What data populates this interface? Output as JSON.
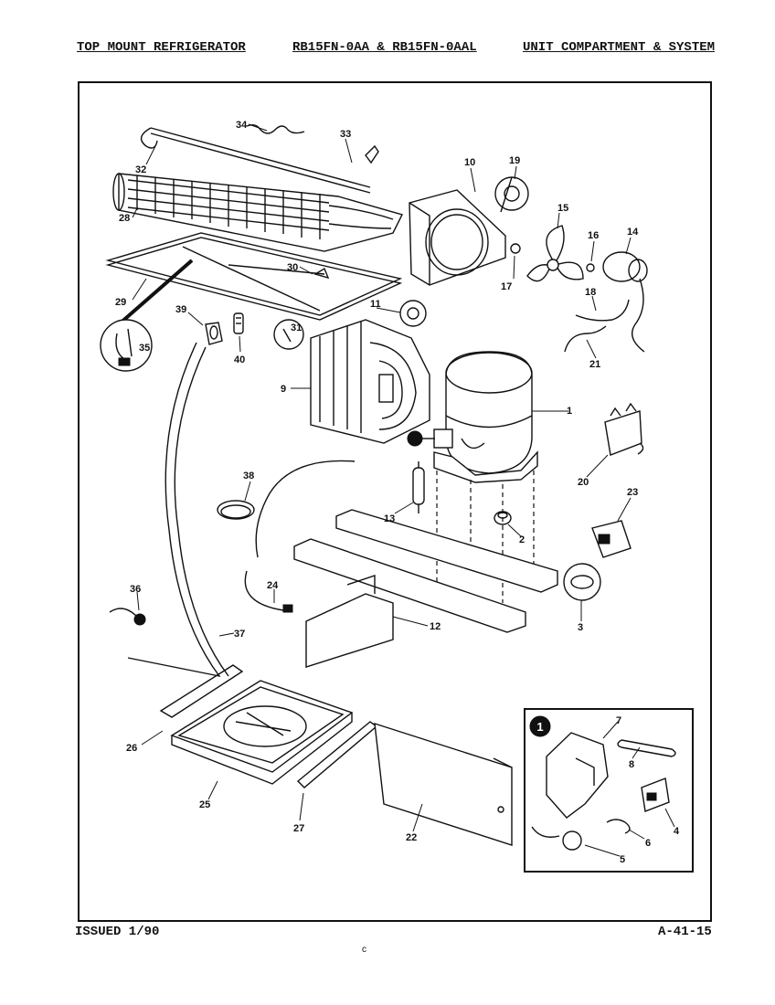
{
  "header": {
    "left": "TOP MOUNT REFRIGERATOR",
    "middle": "RB15FN-0AA & RB15FN-0AAL",
    "right": "UNIT COMPARTMENT & SYSTEM"
  },
  "footer": {
    "issued": "ISSUED 1/90",
    "page_code": "A-41-15",
    "mark": "c"
  },
  "callouts": {
    "c1": "1",
    "c2": "2",
    "c3": "3",
    "c4": "4",
    "c5": "5",
    "c6": "6",
    "c7": "7",
    "c8": "8",
    "c9": "9",
    "c10": "10",
    "c11": "11",
    "c12": "12",
    "c13": "13",
    "c14": "14",
    "c15": "15",
    "c16": "16",
    "c17": "17",
    "c18": "18",
    "c19": "19",
    "c20": "20",
    "c21": "21",
    "c22": "22",
    "c23": "23",
    "c24": "24",
    "c25": "25",
    "c26": "26",
    "c27": "27",
    "c28": "28",
    "c29": "29",
    "c30": "30",
    "c31": "31",
    "c32": "32",
    "c33": "33",
    "c34": "34",
    "c35": "35",
    "c36": "36",
    "c37": "37",
    "c38": "38",
    "c39": "39",
    "c40": "40"
  },
  "inset": {
    "marker": "1"
  }
}
